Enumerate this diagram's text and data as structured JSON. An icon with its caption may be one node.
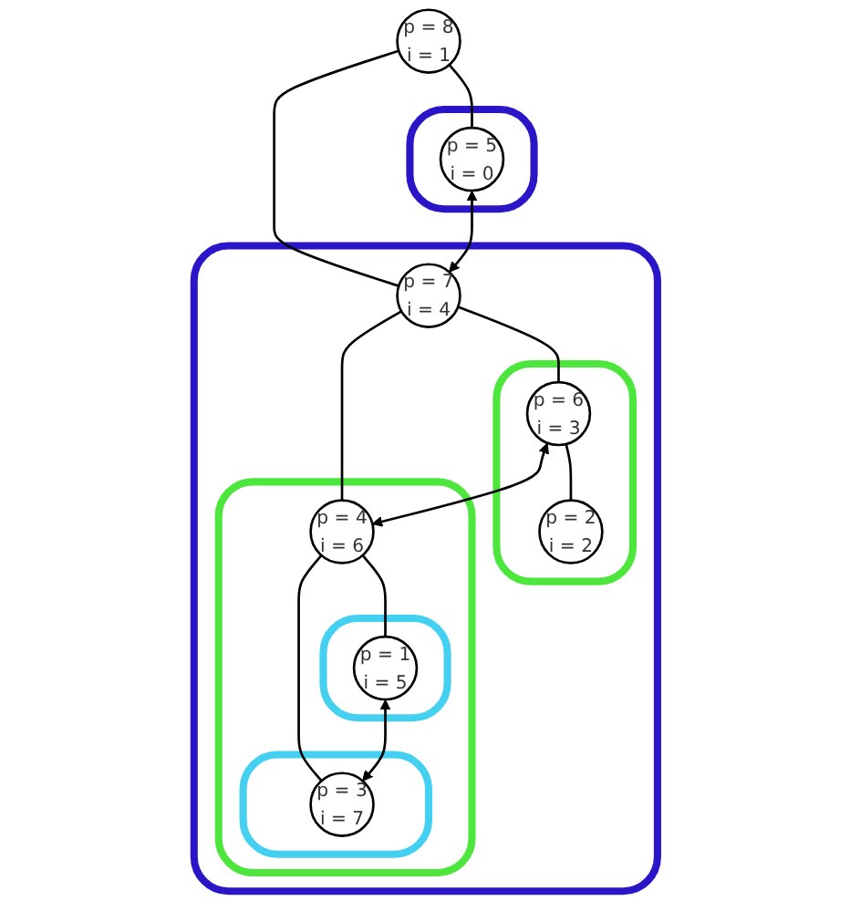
{
  "diagram": {
    "nodes": [
      {
        "text": [
          "p = 8",
          "i = 1"
        ]
      },
      {
        "text": [],
        "shape": "box"
      },
      {
        "text": [
          "p = 5",
          "i = 0"
        ],
        "in": 1
      },
      {
        "text": [],
        "shape": "box"
      },
      {
        "text": [
          "p = 7",
          "i = 4"
        ],
        "in": 3
      },
      {
        "text": [],
        "shape": "box",
        "in": 3
      },
      {
        "text": [
          "p = 6",
          "i = 3"
        ],
        "in": 5
      },
      {
        "text": [
          "p = 2",
          "i = 2"
        ],
        "in": 5
      },
      {
        "text": [],
        "shape": "box",
        "in": 3
      },
      {
        "text": [
          "p = 4",
          "i = 6"
        ],
        "in": 8
      },
      {
        "text": [],
        "shape": "box",
        "in": 8
      },
      {
        "text": [
          "p = 1",
          "i = 5"
        ],
        "in": 10
      },
      {
        "text": [],
        "shape": "box",
        "in": 8
      },
      {
        "text": [
          "p = 3",
          "i = 7"
        ],
        "in": 12
      }
    ],
    "edges": [
      {
        "from": 0,
        "to": 2,
        "arrow": "none"
      },
      {
        "from": 0,
        "to": 4,
        "arrow": "none"
      },
      {
        "from": 2,
        "to": 4,
        "arrow": "both"
      },
      {
        "from": 4,
        "to": 6,
        "arrow": "none"
      },
      {
        "from": 4,
        "to": 9,
        "arrow": "none"
      },
      {
        "from": 6,
        "to": 9,
        "arrow": "both"
      },
      {
        "from": 6,
        "to": 7,
        "arrow": "none"
      },
      {
        "from": 9,
        "to": 11,
        "arrow": "none"
      },
      {
        "from": 9,
        "to": 13,
        "arrow": "none"
      },
      {
        "from": 11,
        "to": 13,
        "arrow": "both"
      }
    ]
  }
}
